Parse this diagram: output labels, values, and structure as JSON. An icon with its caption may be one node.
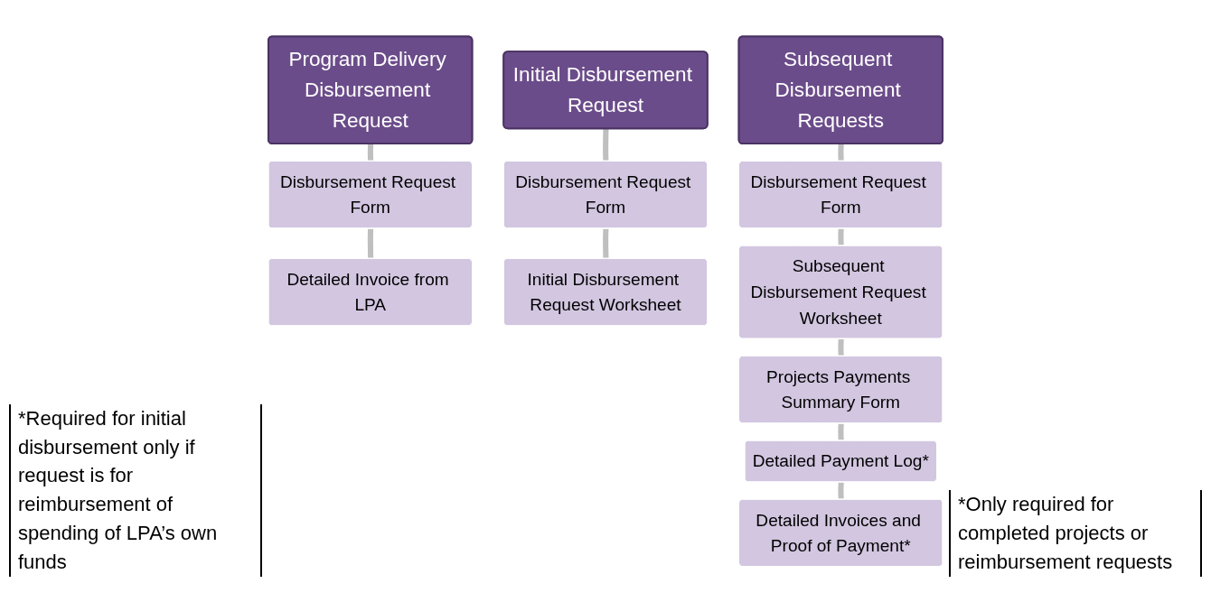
{
  "diagram": {
    "nodes": [
      {
        "text": [
          "Program Delivery Disbursement Request"
        ]
      },
      {
        "text": [
          "Disbursement Request Form"
        ]
      },
      {
        "text": [
          "Detailed Invoice from LPA"
        ]
      },
      {
        "text": [
          "Initial Disbursement Request"
        ]
      },
      {
        "text": [
          "Disbursement Request Form"
        ]
      },
      {
        "text": [
          "Initial Disbursement Request Worksheet"
        ]
      },
      {
        "text": [
          "Subsequent Disbursement Requests"
        ]
      },
      {
        "text": [
          "Disbursement Request Form"
        ]
      },
      {
        "text": [
          "Subsequent Disbursement Request Worksheet"
        ]
      },
      {
        "text": [
          "Projects Payments Summary Form"
        ]
      },
      {
        "text": [
          "Detailed Payment Log*"
        ]
      },
      {
        "text": [
          "Detailed Invoices and Proof of Payment*"
        ]
      }
    ],
    "edges": [
      {
        "from": 0,
        "to": 1,
        "arrow": "none"
      },
      {
        "from": 1,
        "to": 2,
        "arrow": "none"
      },
      {
        "from": 3,
        "to": 4,
        "arrow": "none"
      },
      {
        "from": 4,
        "to": 5,
        "arrow": "none"
      },
      {
        "from": 6,
        "to": 7,
        "arrow": "none"
      },
      {
        "from": 7,
        "to": 8,
        "arrow": "none"
      },
      {
        "from": 8,
        "to": 9,
        "arrow": "none"
      },
      {
        "from": 9,
        "to": 10,
        "arrow": "none"
      },
      {
        "from": 10,
        "to": 11,
        "arrow": "none"
      }
    ],
    "labels": [
      "*Required for initial disbursement only if request is for reimbursement of spending of LPA’s own funds",
      "*Only required for completed projects or reimbursement requests"
    ]
  }
}
